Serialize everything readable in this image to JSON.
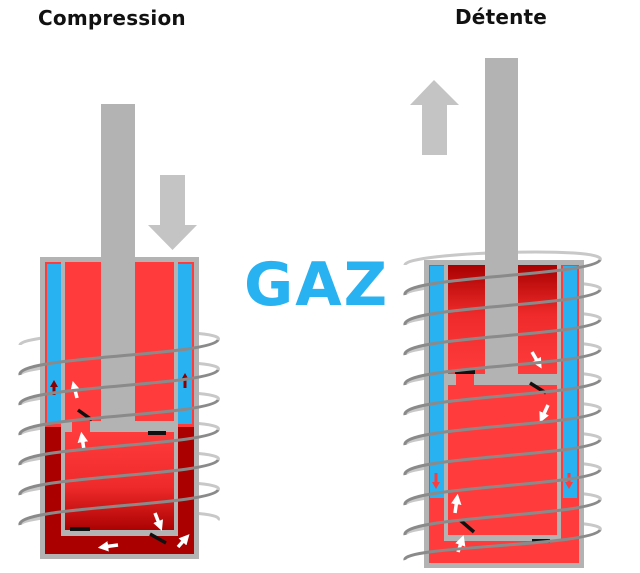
{
  "titles": {
    "compression": "Compression",
    "detente": "Détente"
  },
  "center_label": "GAZ",
  "colors": {
    "gas_blue": "#29b2f2",
    "oil_light": "#ff3b3b",
    "oil_dark": "#aa0000",
    "metal_gray": "#b3b3b3",
    "spring_gray": "#9a9a9a",
    "valve_black": "#111111",
    "flow_arrow_white": "#ffffff"
  },
  "shock_absorbers": [
    {
      "label": "Compression",
      "rod_motion": "down",
      "gas_arrows": "up"
    },
    {
      "label": "Détente",
      "rod_motion": "up",
      "gas_arrows": "down"
    }
  ]
}
